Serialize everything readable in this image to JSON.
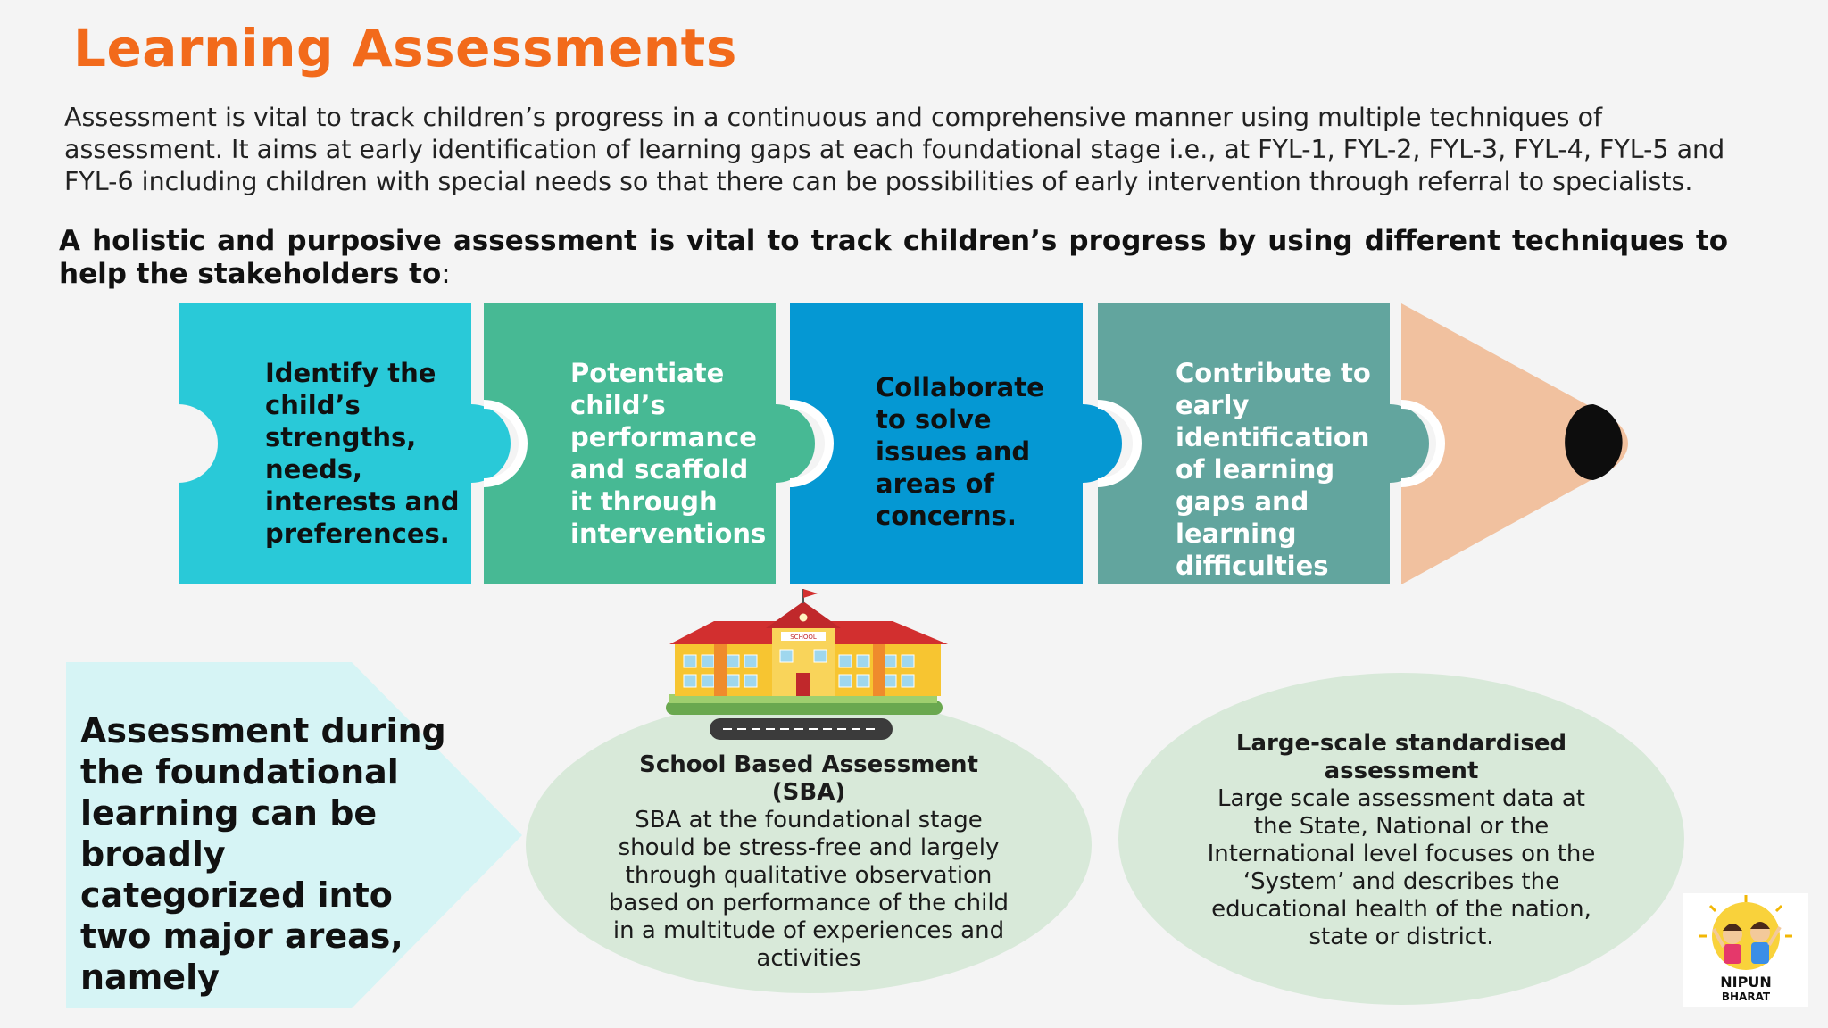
{
  "title": "Learning Assessments",
  "intro": "Assessment is vital to track children’s progress in a continuous and comprehensive manner using multiple techniques of assessment. It aims at early identification of learning gaps at each foundational stage i.e., at FYL-1, FYL-2, FYL-3, FYL-4, FYL-5 and FYL-6 including children with special needs so that there can be possibilities of early intervention through referral to specialists.",
  "lead": {
    "main": "A holistic and purposive assessment is vital to track children’s progress by using different techniques to help the stakeholders to",
    "colon": ":"
  },
  "pieces": [
    {
      "text": "Identify the child’s strengths, needs, interests and preferences.",
      "color": "#29c9d8"
    },
    {
      "text": "Potentiate child’s performance and scaffold it through interventions",
      "color": "#47b994"
    },
    {
      "text": "Collaborate to solve issues and areas of concerns.",
      "color": "#0598d3"
    },
    {
      "text": "Contribute to early identification of learning gaps and learning difficulties",
      "color": "#62a59e"
    }
  ],
  "pencil": {
    "wood": "#f1c19f",
    "tip": "#0d0d0d"
  },
  "summary": "Assessment during the foundational learning can be broadly categorized into two major areas, namely",
  "school_sign": "SCHOOL",
  "sba": {
    "heading": "School Based Assessment (SBA)",
    "body": "SBA at the foundational stage should be stress-free and largely through qualitative observation based on performance of the child in a multitude of experiences and activities"
  },
  "lsa": {
    "heading": "Large-scale standardised assessment",
    "body": "Large scale assessment data at the State, National or the International level focuses on the ‘System’ and describes the educational health of the nation, state or district."
  },
  "logo": {
    "line1": "NIPUN",
    "line2": "BHARAT"
  },
  "colors": {
    "title": "#f26a1b",
    "oval": "#d8e9d9",
    "arrow": "#d6f4f5"
  }
}
